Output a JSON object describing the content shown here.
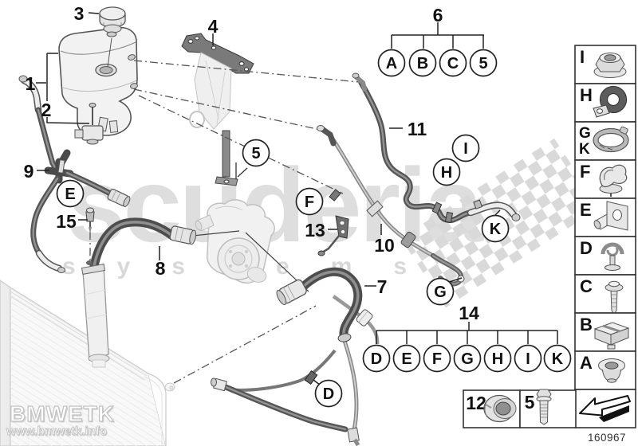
{
  "watermark": {
    "brand": "scuderia",
    "series": "systems",
    "site_name": "BMWETK",
    "site_url": "www.bmwetk.info"
  },
  "plate_number": "160967",
  "part_labels": {
    "p1": "1",
    "p2": "2",
    "p3": "3",
    "p4": "4",
    "p6": "6",
    "p7": "7",
    "p8": "8",
    "p9": "9",
    "p10": "10",
    "p11": "11",
    "p13": "13",
    "p14": "14",
    "p15": "15"
  },
  "callouts": {
    "group6": [
      "A",
      "B",
      "C",
      "5"
    ],
    "group14": [
      "D",
      "E",
      "F",
      "G",
      "H",
      "I",
      "K"
    ],
    "e": "E",
    "five": "5",
    "f": "F",
    "i": "I",
    "h": "H",
    "k": "K",
    "g": "G",
    "d": "D"
  },
  "legend": {
    "rows": [
      {
        "letters": [
          "I"
        ],
        "icon": "flange-nut-icon"
      },
      {
        "letters": [
          "H"
        ],
        "icon": "pipe-clamp-icon"
      },
      {
        "letters": [
          "G",
          "K"
        ],
        "icon": "hose-clamp-icon"
      },
      {
        "letters": [
          "F"
        ],
        "icon": "spring-clip-icon"
      },
      {
        "letters": [
          "E"
        ],
        "icon": "holder-bracket-icon"
      },
      {
        "letters": [
          "D"
        ],
        "icon": "retainer-clip-icon"
      },
      {
        "letters": [
          "C"
        ],
        "icon": "screw-icon"
      },
      {
        "letters": [
          "B"
        ],
        "icon": "slide-nut-icon"
      },
      {
        "letters": [
          "A"
        ],
        "icon": "grommet-icon"
      }
    ],
    "ref_arrow_icon": "reference-arrow-icon"
  },
  "bottom_box": {
    "cells": [
      {
        "num": "12",
        "icon": "coupling-sleeve-icon"
      },
      {
        "num": "5",
        "icon": "bolt-icon"
      }
    ]
  }
}
